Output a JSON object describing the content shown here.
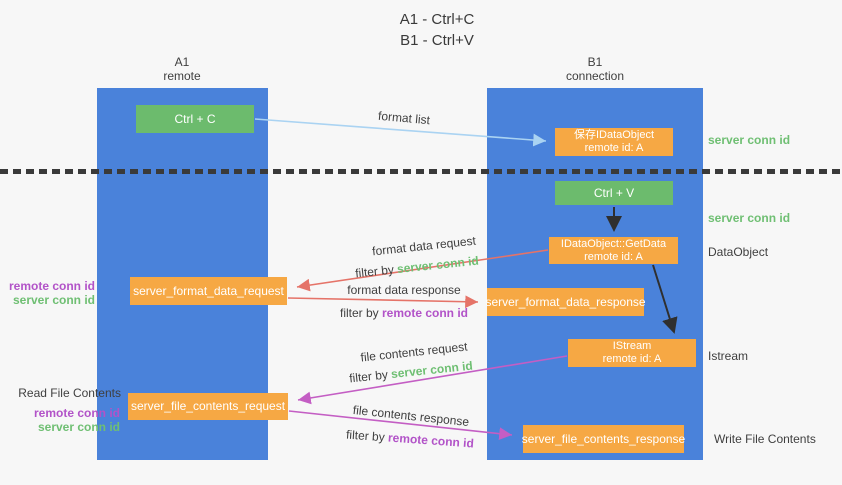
{
  "title": {
    "line1": "A1 - Ctrl+C",
    "line2": "B1 - Ctrl+V"
  },
  "columns": {
    "a1": {
      "name": "A1",
      "subtitle": "remote"
    },
    "b1": {
      "name": "B1",
      "subtitle": "connection"
    }
  },
  "nodes": {
    "ctrl_c": {
      "label": "Ctrl + C"
    },
    "save_idataobject": {
      "line1": "保存IDataObject",
      "line2": "remote id: A"
    },
    "ctrl_v": {
      "label": "Ctrl + V"
    },
    "getdata": {
      "line1": "IDataObject::GetData",
      "line2": "remote id: A"
    },
    "format_request": {
      "label": "server_format_data_request"
    },
    "format_response": {
      "label": "server_format_data_response"
    },
    "istream": {
      "line1": "IStream",
      "line2": "remote id: A"
    },
    "file_request": {
      "label": "server_file_contents_request"
    },
    "file_response": {
      "label": "server_file_contents_response"
    }
  },
  "flow_labels": {
    "format_list": "format list",
    "format_data_request": "format data request",
    "format_data_response": "format data response",
    "file_contents_request": "file contents request",
    "file_contents_response": "file contents response",
    "filter_by": "filter by ",
    "server_conn_id": "server conn id",
    "remote_conn_id": "remote conn id"
  },
  "side_labels": {
    "right_server_conn_top": "server conn id",
    "right_server_conn_mid": "server conn id",
    "dataobject": "DataObject",
    "istream": "Istream",
    "write_file_contents": "Write File Contents",
    "read_file_contents": "Read File Contents",
    "left_remote_conn_mid": "remote conn id",
    "left_server_conn_mid": "server conn id",
    "left_remote_conn_bottom": "remote conn id",
    "left_server_conn_bottom": "server conn id"
  },
  "colors": {
    "column_blue": "#4a82da",
    "green_box": "#6cbb6d",
    "orange_box": "#f6a844",
    "green_text": "#6fbf73",
    "purple_text": "#b253c8",
    "red_arrow": "#e57368",
    "magenta_arrow": "#c45ec4",
    "light_blue_arrow": "#aad3f2",
    "black_arrow": "#2f2f2f"
  }
}
